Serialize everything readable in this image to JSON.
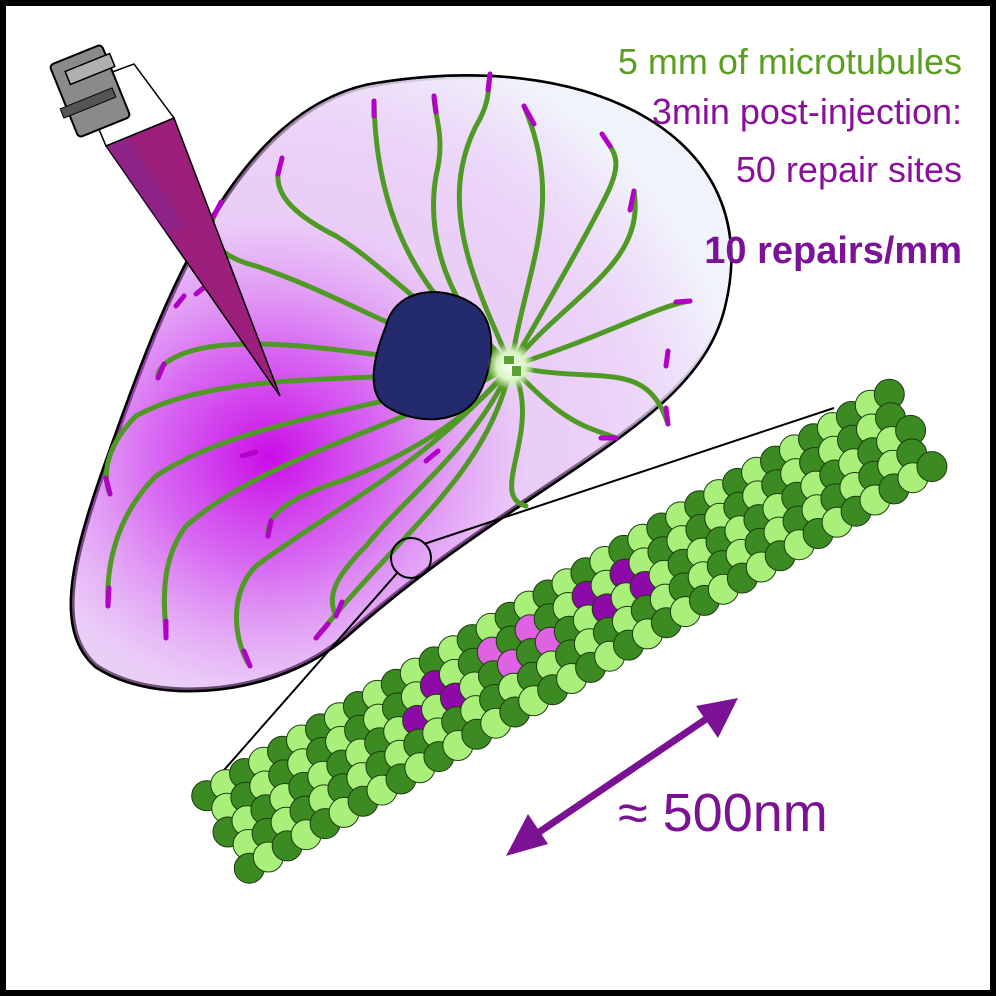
{
  "annotations": {
    "microtubule_length": "5 mm of  microtubules",
    "time_point": "3min post-injection:",
    "repair_sites": "50 repair sites",
    "repair_density": "10 repairs/mm",
    "scale": "≈ 500nm"
  },
  "colors": {
    "microtubule_green": "#4f9a24",
    "repair_magenta": "#b300c8",
    "tubulin_dark": "#3c8a22",
    "tubulin_light": "#a8f07a",
    "repair_dark": "#8e0aa8",
    "repair_light": "#df62e2",
    "nucleus": "#232a6e",
    "injection_purple": "#a01a8c",
    "text_purple": "#8a0f9c",
    "text_green": "#5a9e22"
  }
}
